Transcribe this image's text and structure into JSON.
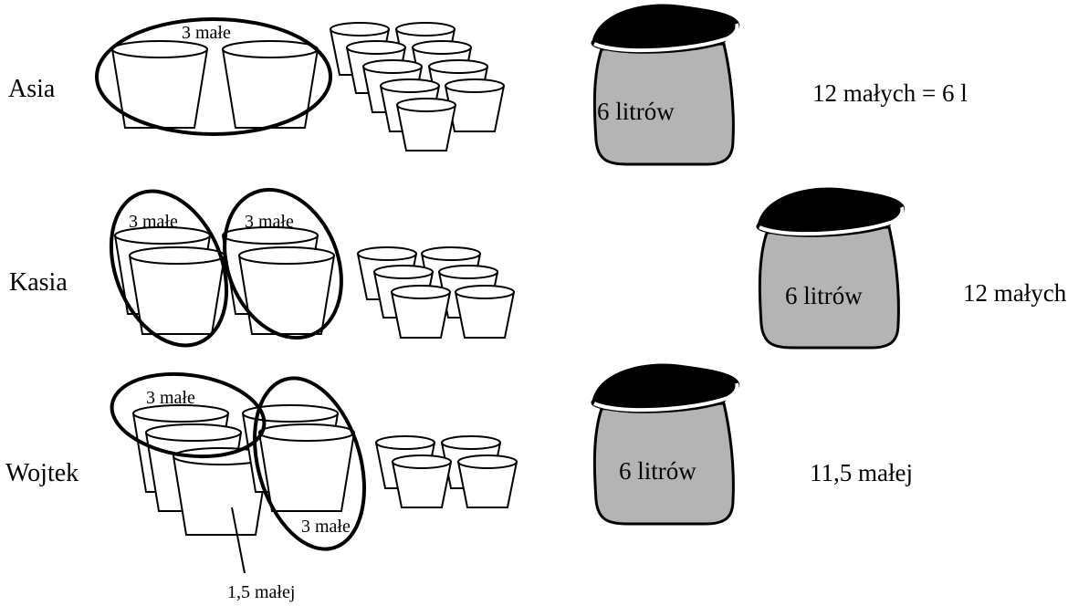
{
  "rows": [
    {
      "name": "Asia",
      "group_labels": [
        "3 małe"
      ],
      "bag_label": "6 litrów",
      "result": "12 małych = 6 l"
    },
    {
      "name": "Kasia",
      "group_labels": [
        "3 małe",
        "3 małe"
      ],
      "bag_label": "6 litrów",
      "result": "12 małych"
    },
    {
      "name": "Wojtek",
      "group_labels": [
        "3 małe",
        "3 małe"
      ],
      "bag_label": "6 litrów",
      "result": "11,5 małej",
      "pointer_label": "1,5  małej"
    }
  ],
  "colors": {
    "bag_body": "#b4b4b4",
    "bag_top": "#000000",
    "stroke": "#000000"
  }
}
